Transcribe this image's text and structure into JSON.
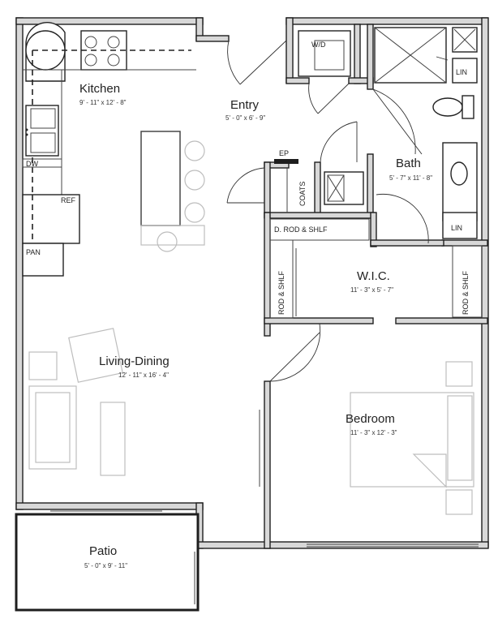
{
  "rooms": {
    "kitchen": {
      "name": "Kitchen",
      "dims": "9' - 11\" x 12' - 8\""
    },
    "entry": {
      "name": "Entry",
      "dims": "5' - 0\" x 6' - 9\""
    },
    "bath": {
      "name": "Bath",
      "dims": "5' - 7\" x 11' - 8\""
    },
    "wic": {
      "name": "W.I.C.",
      "dims": "11' - 3\" x 5' - 7\""
    },
    "living": {
      "name": "Living-Dining",
      "dims": "12' - 11\" x 16' - 4\""
    },
    "bedroom": {
      "name": "Bedroom",
      "dims": "11' - 3\" x 12' - 3\""
    },
    "patio": {
      "name": "Patio",
      "dims": "5' - 0\" x 9' - 11\""
    }
  },
  "labels": {
    "wd": "W/D",
    "lin_top": "LIN",
    "lin_bottom": "LIN",
    "ep": "EP",
    "coats": "COATS",
    "dw": "DW",
    "ref": "REF",
    "pan": "PAN",
    "d_rod_shlf": "D. ROD & SHLF",
    "rod_shlf_left": "ROD & SHLF",
    "rod_shlf_right": "ROD & SHLF"
  }
}
